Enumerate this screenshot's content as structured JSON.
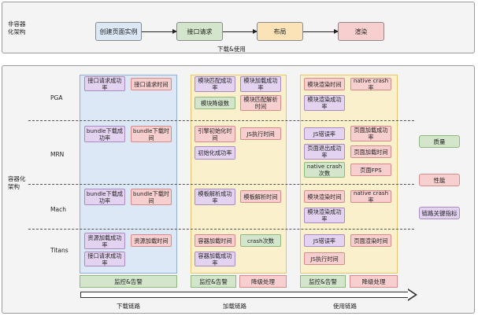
{
  "top": {
    "side_label": "非容器化架构",
    "flow": [
      "创建页面实例",
      "接口请求",
      "布局",
      "渲染"
    ],
    "caption": "下载&使用"
  },
  "main": {
    "side_label": "容器化架构",
    "rows": [
      "PGA",
      "MRN",
      "Mach",
      "Titans"
    ],
    "cells": {
      "download": [
        "接口请求成功率",
        "接口请求时间",
        "bundle下载成功率",
        "bundle下载时间",
        "bundle下载成功率",
        "bundle下载时间",
        "资源加载成功率",
        "资源加载时间",
        "接口请求成功率"
      ],
      "load": [
        "模块匹配成功率",
        "模块加载成功率",
        "模块降级数",
        "模块匹配解析时间",
        "引擎初始化时间",
        "JS执行时间",
        "初始化成功率",
        "模板解析成功率",
        "模板解析时间",
        "容器加载时间",
        "crash次数",
        "容器加载成功率"
      ],
      "use": [
        "模块渲染时间",
        "native crash率",
        "模块渲染成功率",
        "JS错误率",
        "页面加载成功率",
        "页面退出成功率",
        "页面加载时间",
        "native crash次数",
        "页面FPS",
        "模块渲染时间",
        "native crash率",
        "模块渲染成功率",
        "JS错误率",
        "页面渲染时间",
        "JS执行时间"
      ]
    },
    "footers": [
      "监控&告警",
      "监控&告警",
      "降级处理",
      "监控&告警",
      "降级处理"
    ],
    "stages": [
      "下载链路",
      "加载链路",
      "使用链路"
    ],
    "legend": [
      "质量",
      "性能",
      "链路关键指标"
    ]
  },
  "colors": {
    "flow_blue": "#dde8f7",
    "flow_green": "#d3e6cb",
    "flow_yellow": "#fbe3b7",
    "flow_red": "#f8cfcf",
    "metric_purple": "#e3d3f0",
    "metric_red": "#f8cfcf",
    "metric_green": "#d3e6cb",
    "column_blue": "#dde8f7",
    "column_yellow": "#fbf0cc"
  }
}
